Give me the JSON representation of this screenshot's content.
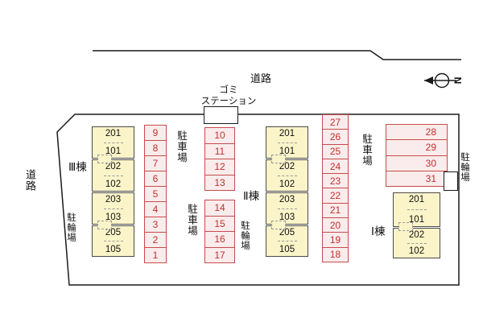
{
  "labels": {
    "road_top": "道路",
    "road_left": "道路",
    "garbage_line1": "ゴミ",
    "garbage_line2": "ステーション",
    "compass_north": "N",
    "parking": "駐車場",
    "bicycle_parking": "駐輪場"
  },
  "buildings": [
    {
      "name": "Ⅲ棟",
      "units": [
        [
          "201",
          "101"
        ],
        [
          "202",
          "102"
        ],
        [
          "203",
          "103"
        ],
        [
          "205",
          "105"
        ]
      ]
    },
    {
      "name": "Ⅱ棟",
      "units": [
        [
          "201",
          "101"
        ],
        [
          "202",
          "102"
        ],
        [
          "203",
          "103"
        ],
        [
          "205",
          "105"
        ]
      ]
    },
    {
      "name": "Ⅰ棟",
      "units": [
        [
          "201",
          "101"
        ],
        [
          "202",
          "102"
        ]
      ]
    }
  ],
  "parking_spaces": {
    "left_column": [
      "9",
      "8",
      "7",
      "6",
      "5",
      "4",
      "3",
      "2",
      "1"
    ],
    "mid_upper": [
      "10",
      "11",
      "12",
      "13"
    ],
    "mid_lower": [
      "14",
      "15",
      "16",
      "17"
    ],
    "center_column": [
      "27",
      "26",
      "25",
      "24",
      "23",
      "22",
      "21",
      "20",
      "19",
      "18"
    ],
    "right_block": [
      "28",
      "29",
      "30",
      "31"
    ]
  },
  "colors": {
    "building_fill": "#FBF4C9",
    "parking_border": "#C84B4B",
    "parking_text": "#C03030",
    "line": "#1A1A1A"
  }
}
